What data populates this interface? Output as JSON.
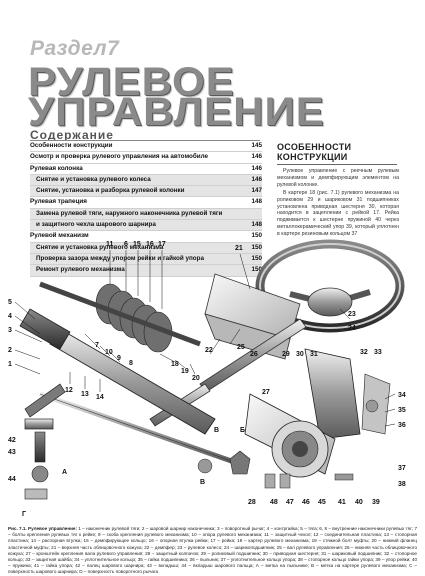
{
  "header": {
    "section_label": "Раздел7",
    "title_line1": "РУЛЕВОЕ",
    "title_line2": "УПРАВЛЕНИЕ"
  },
  "contents": {
    "heading": "Содержание",
    "items": [
      {
        "title": "Особенности конструкции",
        "page": "145"
      },
      {
        "title": "Осмотр и проверка рулевого управления на автомобиле",
        "page": "146"
      },
      {
        "title": "Рулевая колонка",
        "page": "146"
      },
      {
        "title": "Снятие и установка рулевого колеса",
        "page": "146"
      },
      {
        "title": "Снятие, установка и разборка рулевой колонки",
        "page": "147"
      },
      {
        "title": "Рулевая трапеция",
        "page": "148"
      },
      {
        "title": "Замена рулевой тяги, наружного наконечника рулевой тяги",
        "page": ""
      },
      {
        "title": "и защитного чехла шарового шарнира",
        "page": "148"
      },
      {
        "title": "Рулевой механизм",
        "page": "150"
      },
      {
        "title": "Снятие и установка рулевого механизма",
        "page": "150"
      },
      {
        "title": "Проверка зазора между упором рейки и гайкой упора",
        "page": "150"
      },
      {
        "title": "Ремонт рулевого механизма",
        "page": "150"
      }
    ]
  },
  "section": {
    "title_line1": "ОСОБЕННОСТИ",
    "title_line2": "КОНСТРУКЦИИ",
    "para1": "Рулевое управление с реечным рулевым механизмом и демпфирующим элементом на рулевой колонке.",
    "para2": "В картере 18 (рис. 7.1) рулевого механизма на роликовом 29 и шариковом 31 подшипниках установлена приводная шестерня 30, которая находится в зацеплении с рейкой 17. Рейка поджимается к шестерне пружиной 40 через металлокерамический упор 39, который уплотнен в картере резиновым кольцом 37"
  },
  "figure": {
    "labels": [
      "11",
      "6",
      "15",
      "16",
      "17",
      "21",
      "5",
      "4",
      "3",
      "2",
      "1",
      "18",
      "19",
      "20",
      "7",
      "10",
      "9",
      "8",
      "12",
      "13",
      "14",
      "22",
      "25",
      "26",
      "23",
      "24",
      "27",
      "28",
      "29",
      "30",
      "31",
      "32",
      "33",
      "34",
      "35",
      "36",
      "37",
      "38",
      "39",
      "40",
      "41",
      "42",
      "43",
      "44",
      "45",
      "46",
      "47",
      "48",
      "А",
      "В",
      "Б",
      "В",
      "Г"
    ]
  },
  "caption": {
    "lead": "Рис. 7.1. Рулевое управление:",
    "text": "1 – наконечник рулевой тяги; 2 – шаровой шарнир наконечника; 3 – поворотный рычаг; 4 – контргайка; 5 – тяга; 6, 8 – внутренние наконечники рулевых тяг; 7 – болты крепления рулевых тяг к рейке; 9 – скоба крепления рулевого механизма; 10 – опора рулевого механизма; 11 – защитный чехол; 12 – соединительная пластина; 13 – стопорная пластина; 14 – распорная втулка; 15 – демпфирующее кольцо; 16 – опорная втулка рейки; 17 – рейка; 18 – картер рулевого механизма; 19 – стяжной болт муфты; 20 – нижний фланец эластичной муфты; 21 – верхняя часть облицовочного кожуха; 22 – демпфер; 23 – рулевое колесо; 24 – шарикоподшипник; 25 – вал рулевого управления; 26 – нижняя часть облицовочного кожуха; 27 – кронштейн крепления вала рулевого управления; 28 – защитный колпачок; 29 – роликовый подшипник; 30 – приводная шестерня; 31 – шариковый подшипник; 32 – стопорное кольцо; 33 – защитная шайба; 34 – уплотнительное кольцо; 35 – гайка подшипника; 36 – пыльник; 37 – уплотнительное кольцо упора; 38 – стопорное кольцо гайки упора; 39 – упор рейки; 40 – пружина; 41 – гайка упора; 42 – палец шарового шарнира; 43 – вкладыш; 44 – вкладыш шарового пальца; А – метка на пыльнике; В – метка на картере рулевого механизма; С – поверхность шарового шарнира; D – поверхность поворотного рычага"
  },
  "colors": {
    "title_gray": "#8a8a8a",
    "shade": "#e4e4e4"
  }
}
